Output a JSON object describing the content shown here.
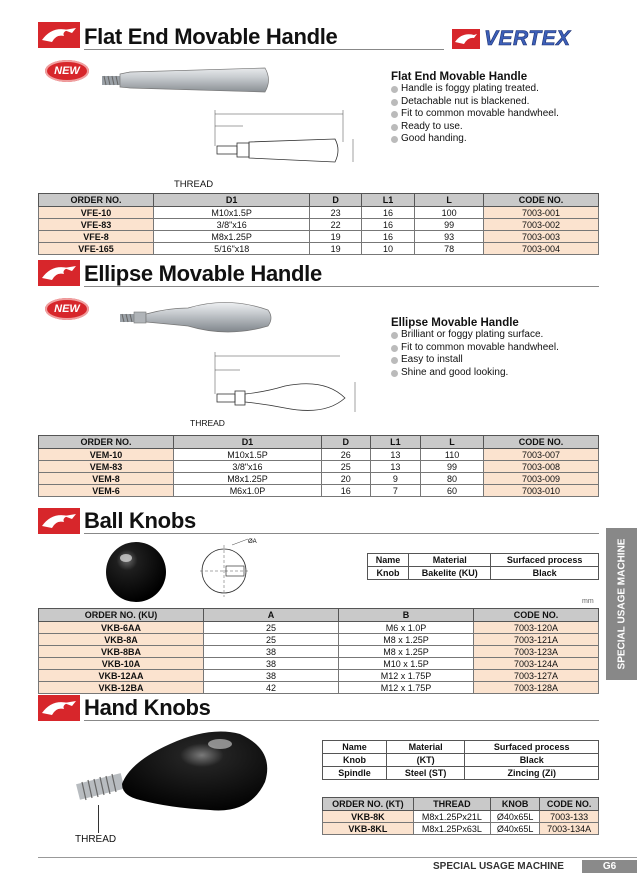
{
  "brand": "VERTEX",
  "new_badge": "NEW",
  "sections": {
    "flat": {
      "title": "Flat End Movable Handle",
      "feature_title": "Flat End Movable Handle",
      "features": [
        "Handle is foggy plating treated.",
        "Detachable nut is blackened.",
        "Fit to common movable handwheel.",
        "Ready to use.",
        "Good handing."
      ],
      "thread_label": "THREAD",
      "headers": [
        "ORDER NO.",
        "D1",
        "D",
        "L1",
        "L",
        "CODE NO."
      ],
      "rows": [
        [
          "VFE-10",
          "M10x1.5P",
          "23",
          "16",
          "100",
          "7003-001"
        ],
        [
          "VFE-83",
          "3/8\"x16",
          "22",
          "16",
          "99",
          "7003-002"
        ],
        [
          "VFE-8",
          "M8x1.25P",
          "19",
          "16",
          "93",
          "7003-003"
        ],
        [
          "VFE-165",
          "5/16\"x18",
          "19",
          "10",
          "78",
          "7003-004"
        ]
      ]
    },
    "ellipse": {
      "title": "Ellipse Movable Handle",
      "feature_title": "Ellipse Movable Handle",
      "features": [
        "Brilliant or foggy plating surface.",
        "Fit to common movable handwheel.",
        "Easy to install",
        "Shine and good looking."
      ],
      "thread_label": "THREAD",
      "headers": [
        "ORDER NO.",
        "D1",
        "D",
        "L1",
        "L",
        "CODE NO."
      ],
      "rows": [
        [
          "VEM-10",
          "M10x1.5P",
          "26",
          "13",
          "110",
          "7003-007"
        ],
        [
          "VEM-83",
          "3/8\"x16",
          "25",
          "13",
          "99",
          "7003-008"
        ],
        [
          "VEM-8",
          "M8x1.25P",
          "20",
          "9",
          "80",
          "7003-009"
        ],
        [
          "VEM-6",
          "M6x1.0P",
          "16",
          "7",
          "60",
          "7003-010"
        ]
      ]
    },
    "ball": {
      "title": "Ball Knobs",
      "mat_headers": [
        "Name",
        "Material",
        "Surfaced process"
      ],
      "mat_row": [
        "Knob",
        "Bakelite (KU)",
        "Black"
      ],
      "unit": "mm",
      "headers": [
        "ORDER NO. (KU)",
        "A",
        "B",
        "CODE NO."
      ],
      "rows": [
        [
          "VKB-6AA",
          "25",
          "M6 x 1.0P",
          "7003-120A"
        ],
        [
          "VKB-8A",
          "25",
          "M8 x 1.25P",
          "7003-121A"
        ],
        [
          "VKB-8BA",
          "38",
          "M8 x 1.25P",
          "7003-123A"
        ],
        [
          "VKB-10A",
          "38",
          "M10 x 1.5P",
          "7003-124A"
        ],
        [
          "VKB-12AA",
          "38",
          "M12 x 1.75P",
          "7003-127A"
        ],
        [
          "VKB-12BA",
          "42",
          "M12 x 1.75P",
          "7003-128A"
        ]
      ]
    },
    "hand": {
      "title": "Hand Knobs",
      "thread_label": "THREAD",
      "mat_headers": [
        "Name",
        "Material",
        "Surfaced process"
      ],
      "mat_rows": [
        [
          "Knob",
          "(KT)",
          "Black"
        ],
        [
          "Spindle",
          "Steel (ST)",
          "Zincing (Zi)"
        ]
      ],
      "headers": [
        "ORDER NO. (KT)",
        "THREAD",
        "KNOB",
        "CODE NO."
      ],
      "rows": [
        [
          "VKB-8K",
          "M8x1.25Px21L",
          "Ø40x65L",
          "7003-133"
        ],
        [
          "VKB-8KL",
          "M8x1.25Px63L",
          "Ø40x65L",
          "7003-134A"
        ]
      ]
    }
  },
  "side_tab": "SPECIAL USAGE MACHINE",
  "footer": {
    "text": "SPECIAL USAGE MACHINE",
    "page": "G6"
  },
  "colors": {
    "accent_red": "#d7262b",
    "row_highlight": "#fbe3cf",
    "header_gray": "#c9c9c9"
  }
}
